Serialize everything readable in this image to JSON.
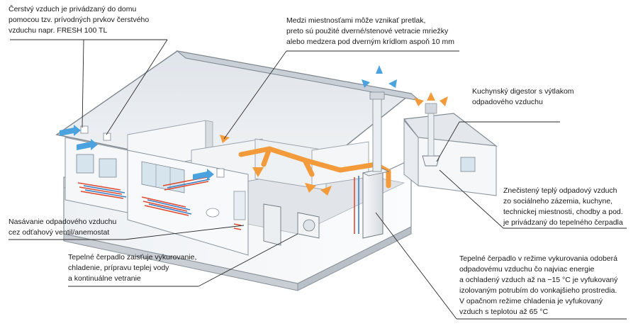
{
  "callouts": {
    "fresh_air": {
      "lines": [
        "Čerstvý vzduch je privádzaný do domu",
        "pomocou tzv. prívodných prvkov čerstvého",
        "vzduchu napr. FRESH 100 TL"
      ]
    },
    "pressure": {
      "lines": [
        "Medzi miestnosťami môže vznikať pretlak,",
        "preto sú použité dverné/stenové vetracie mriežky",
        "alebo medzera pod dverným krídlom aspoň 10 mm"
      ]
    },
    "kitchen_hood": {
      "lines": [
        "Kuchynský digestor s výtlakom",
        "odpadového vzduchu"
      ]
    },
    "waste_air": {
      "lines": [
        "Znečistený teplý odpadový vzduch",
        "zo sociálneho zázemia, kuchyne,",
        "technickej miestnosti, chodby a pod.",
        "je privádzaný do tepelného čerpadla"
      ]
    },
    "exhaust_valve": {
      "lines": [
        "Nasávanie odpadového vzduchu",
        "cez odťahový ventil/anemostat"
      ]
    },
    "heat_pump": {
      "lines": [
        "Tepelné čerpadlo zaisťuje vykurovanie,",
        "chladenie, prípravu teplej vody",
        "a kontinuálne vetranie"
      ]
    },
    "heating_mode": {
      "lines": [
        "Tepelné čerpadlo v režime vykurovania odoberá",
        "odpadovému vzduchu čo najviac energie",
        "a ochladený vzduch až na −15 °C je vyfukovaný",
        "izolovaným potrubím do vonkajšieho prostredia.",
        "V opačnom režime chladenia je vyfukovaný",
        "vzduch s teplotou až 65 °C"
      ]
    }
  },
  "colors": {
    "fresh_air": "#4aa3df",
    "waste_air": "#f39a3a",
    "heating_pipe_hot": "#e04a2f",
    "heating_pipe_cold": "#3b7fc4",
    "roof": "#e6eaee",
    "wall": "#f4f6f8",
    "floor": "#d9dde2"
  }
}
